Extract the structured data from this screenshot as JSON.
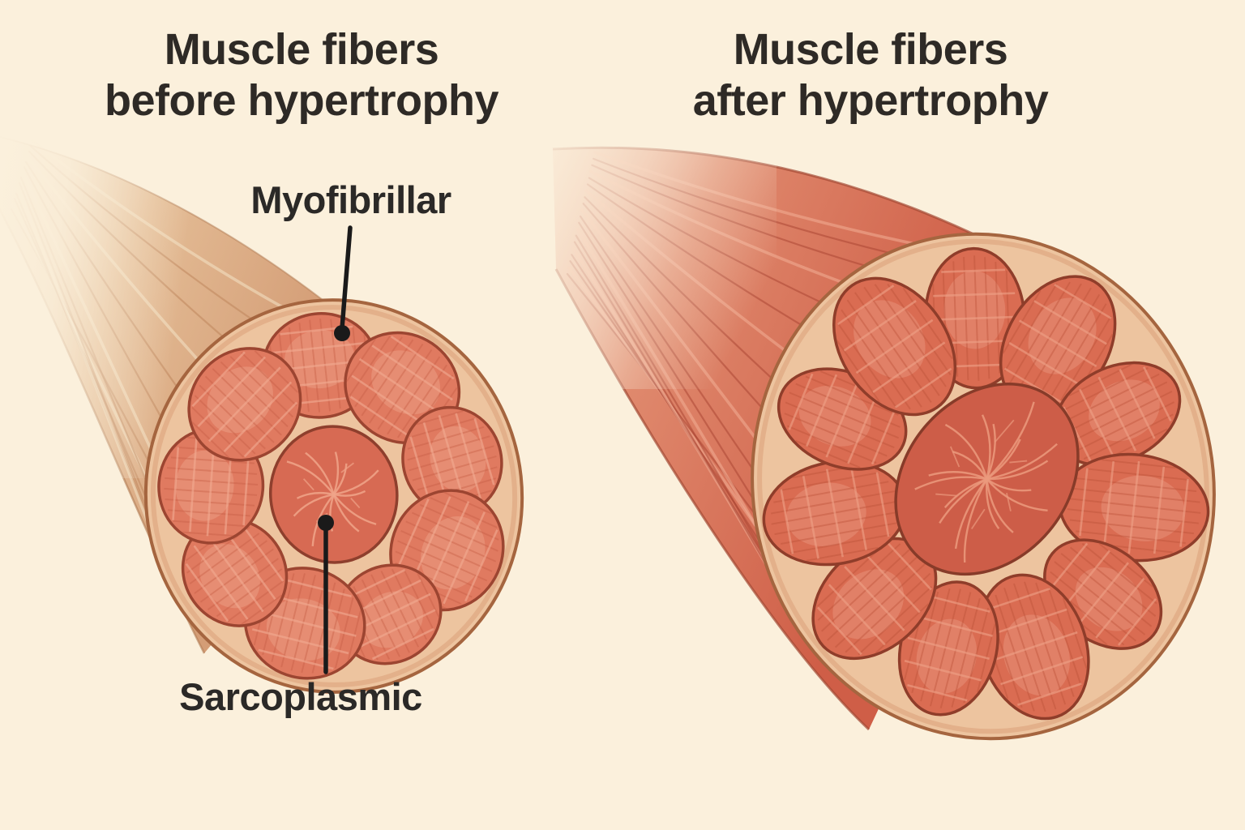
{
  "figure": {
    "type": "anatomical-comparison-illustration",
    "subject": "Muscle fiber cross-sections before and after hypertrophy"
  },
  "left_panel": {
    "title_line1": "Muscle fibers",
    "title_line2": "before hypertrophy",
    "labels": [
      {
        "text": "Myofibrillar"
      },
      {
        "text": "Sarcoplasmic"
      }
    ],
    "cross_section": {
      "fascicle_count": 9
    }
  },
  "right_panel": {
    "title_line1": "Muscle fibers",
    "title_line2": "after hypertrophy",
    "cross_section": {
      "fascicle_count": 11
    }
  },
  "colors": {
    "background": "#fbf0dc",
    "title": "#2e2a26",
    "label": "#2b2927",
    "pointer": "#1a1a1a",
    "connective": "#edc49f",
    "connective_outline": "#a5653f",
    "connective_inner_shade": "#d89a72",
    "before": {
      "body_light": "#f6e8cf",
      "body_mid": "#e4bd96",
      "body_deep": "#d49d76",
      "body_stripe_dark": "#bb8258",
      "body_stripe_light": "#f4e3c6",
      "outline": "#b07a52",
      "bundle": "#e07a60",
      "bundle_outline": "#9c4531",
      "bundle_stripe_dark": "#c75e45",
      "bundle_stripe_light": "#f2ab92",
      "bundle_highlight": "#f6b89f",
      "center": "#d76a53",
      "center_outline": "#8e3f2d",
      "center_vein": "#f0a489"
    },
    "after": {
      "body_light": "#f2c9b4",
      "body_mid": "#e08a6e",
      "body_deep": "#cf5e47",
      "body_stripe_dark": "#a8422f",
      "body_stripe_light": "#f3ae96",
      "outline": "#a34732",
      "bundle": "#da6c52",
      "bundle_outline": "#8f3d2a",
      "bundle_stripe_dark": "#bc5138",
      "bundle_stripe_light": "#efa288",
      "bundle_highlight": "#f3b098",
      "center": "#cd5d48",
      "center_outline": "#873b29",
      "center_vein": "#eb9a7e"
    }
  }
}
